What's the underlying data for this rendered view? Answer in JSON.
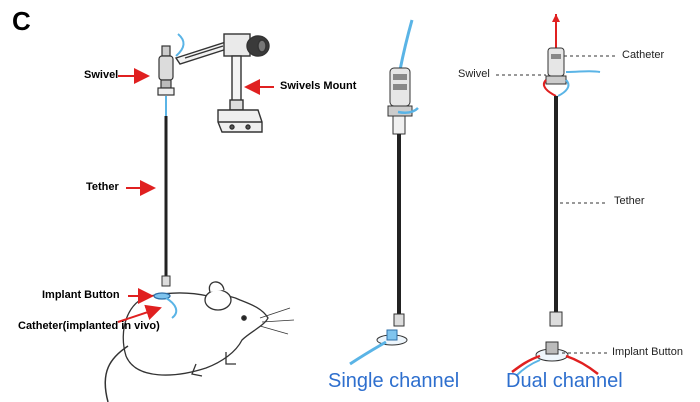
{
  "panel_letter": "C",
  "left_labels": {
    "swivel": "Swivel",
    "swivels_mount": "Swivels Mount",
    "tether": "Tether",
    "implant_button": "Implant Button",
    "catheter": "Catheter(implanted in vivo)"
  },
  "middle": {
    "caption": "Single channel"
  },
  "right": {
    "caption": "Dual channel",
    "catheter": "Catheter",
    "swivel": "Swivel",
    "tether": "Tether",
    "implant_button": "Implant Button"
  },
  "colors": {
    "arrow": "#e02020",
    "tube_blue": "#5ab4e6",
    "tube_red": "#e02020",
    "caption_blue": "#2e6fce"
  }
}
